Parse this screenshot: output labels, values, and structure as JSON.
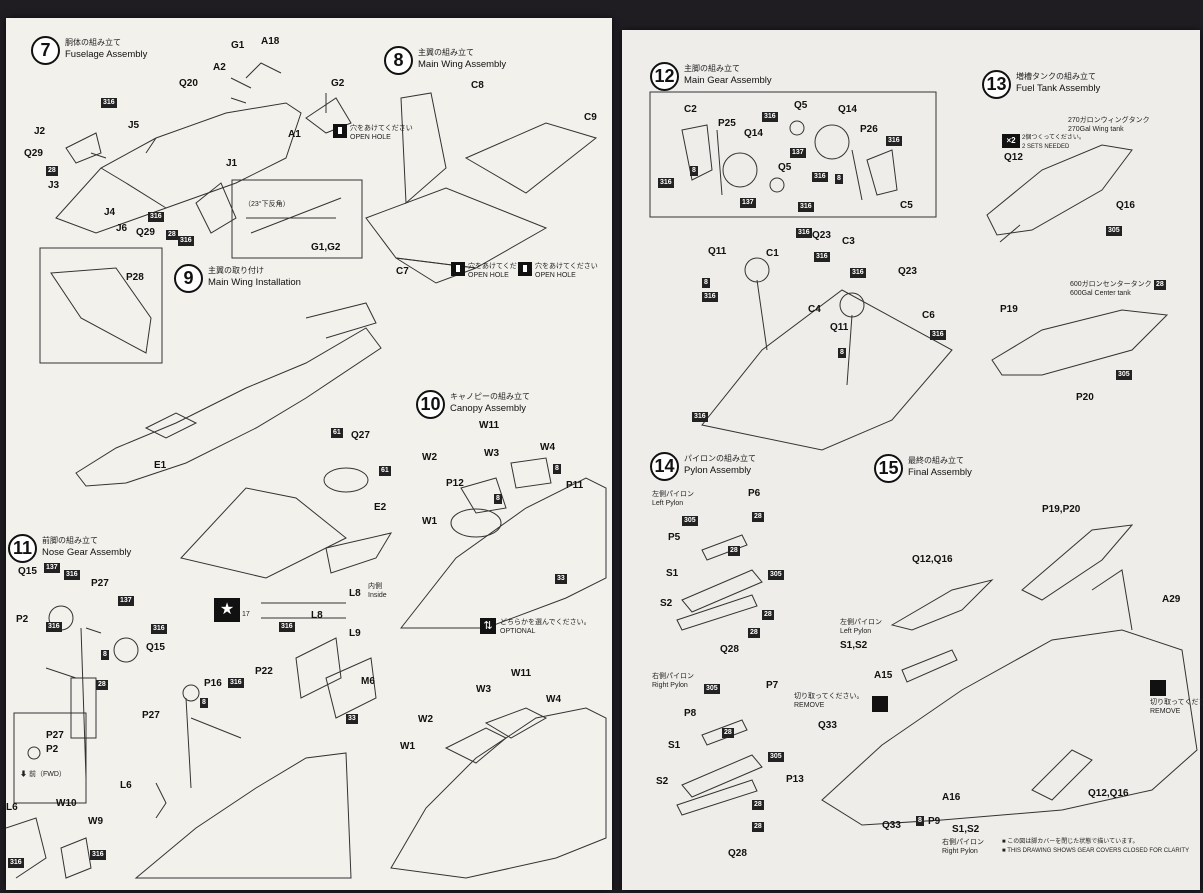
{
  "steps": {
    "s7": {
      "num": "7",
      "jp": "胴体の組み立て",
      "en": "Fuselage Assembly"
    },
    "s8": {
      "num": "8",
      "jp": "主翼の組み立て",
      "en": "Main Wing Assembly"
    },
    "s9": {
      "num": "9",
      "jp": "主翼の取り付け",
      "en": "Main Wing Installation"
    },
    "s10": {
      "num": "10",
      "jp": "キャノピーの組み立て",
      "en": "Canopy Assembly"
    },
    "s11": {
      "num": "11",
      "jp": "前脚の組み立て",
      "en": "Nose Gear Assembly"
    },
    "s12": {
      "num": "12",
      "jp": "主脚の組み立て",
      "en": "Main Gear Assembly"
    },
    "s13": {
      "num": "13",
      "jp": "増槽タンクの組み立て",
      "en": "Fuel Tank Assembly"
    },
    "s14": {
      "num": "14",
      "jp": "パイロンの組み立て",
      "en": "Pylon Assembly"
    },
    "s15": {
      "num": "15",
      "jp": "最終の組み立て",
      "en": "Final Assembly"
    }
  },
  "notes": {
    "open_hole_jp": "穴をあけてください",
    "open_hole_en": "OPEN HOLE",
    "angle": "（23°下反角）",
    "inside_jp": "内側",
    "inside_en": "Inside",
    "fwd": "前（FWD）",
    "optional_jp": "どちらかを選んでください。",
    "optional_en": "OPTIONAL",
    "x2": "×2",
    "sets_jp": "2個つくってください。",
    "sets_en": "2 SETS NEEDED",
    "wing_tank_jp": "270ガロンウィングタンク",
    "wing_tank_en": "270Gal Wing tank",
    "center_tank_jp": "600ガロンセンタータンク",
    "center_tank_en": "600Gal Center tank",
    "left_pylon_jp": "左側パイロン",
    "left_pylon_en": "Left Pylon",
    "right_pylon_jp": "右側パイロン",
    "right_pylon_en": "Right Pylon",
    "remove_jp": "切り取ってください。",
    "remove_en": "REMOVE",
    "footer_jp": "この図は脚カバーを閉じた状態で描いています。",
    "footer_en": "THIS DRAWING SHOWS GEAR COVERS CLOSED FOR CLARITY"
  },
  "parts": {
    "G1": "G1",
    "A18": "A18",
    "A2": "A2",
    "Q20": "Q20",
    "G2": "G2",
    "A1": "A1",
    "J2": "J2",
    "J5": "J5",
    "Q29": "Q29",
    "J3": "J3",
    "J1": "J1",
    "J4": "J4",
    "J6": "J6",
    "G1G2": "G1,G2",
    "C8": "C8",
    "C9": "C9",
    "C7": "C7",
    "P28": "P28",
    "E1": "E1",
    "Q27": "Q27",
    "E2": "E2",
    "L8": "L8",
    "L9": "L9",
    "M6": "M6",
    "W11": "W11",
    "W2": "W2",
    "W3": "W3",
    "W4": "W4",
    "P12": "P12",
    "P11": "P11",
    "W1": "W1",
    "Q15": "Q15",
    "P27": "P27",
    "P2": "P2",
    "P16": "P16",
    "P22": "P22",
    "L6": "L6",
    "W10": "W10",
    "W9": "W9",
    "C2": "C2",
    "P25": "P25",
    "Q14": "Q14",
    "Q5": "Q5",
    "P26": "P26",
    "C5": "C5",
    "Q11": "Q11",
    "C1": "C1",
    "Q23": "Q23",
    "C3": "C3",
    "C4": "C4",
    "C6": "C6",
    "Q12": "Q12",
    "Q16": "Q16",
    "P19": "P19",
    "P20": "P20",
    "P6": "P6",
    "P5": "P5",
    "S1": "S1",
    "S2": "S2",
    "Q28": "Q28",
    "P7": "P7",
    "P8": "P8",
    "P19P20": "P19,P20",
    "Q12Q16": "Q12,Q16",
    "A29": "A29",
    "S1S2": "S1,S2",
    "A15": "A15",
    "Q33": "Q33",
    "P13": "P13",
    "A16": "A16",
    "P9": "P9"
  },
  "codes": {
    "c316": "316",
    "c28": "28",
    "c137": "137",
    "c8": "8",
    "c33": "33",
    "c305": "305",
    "c61": "61",
    "c17": "17"
  }
}
